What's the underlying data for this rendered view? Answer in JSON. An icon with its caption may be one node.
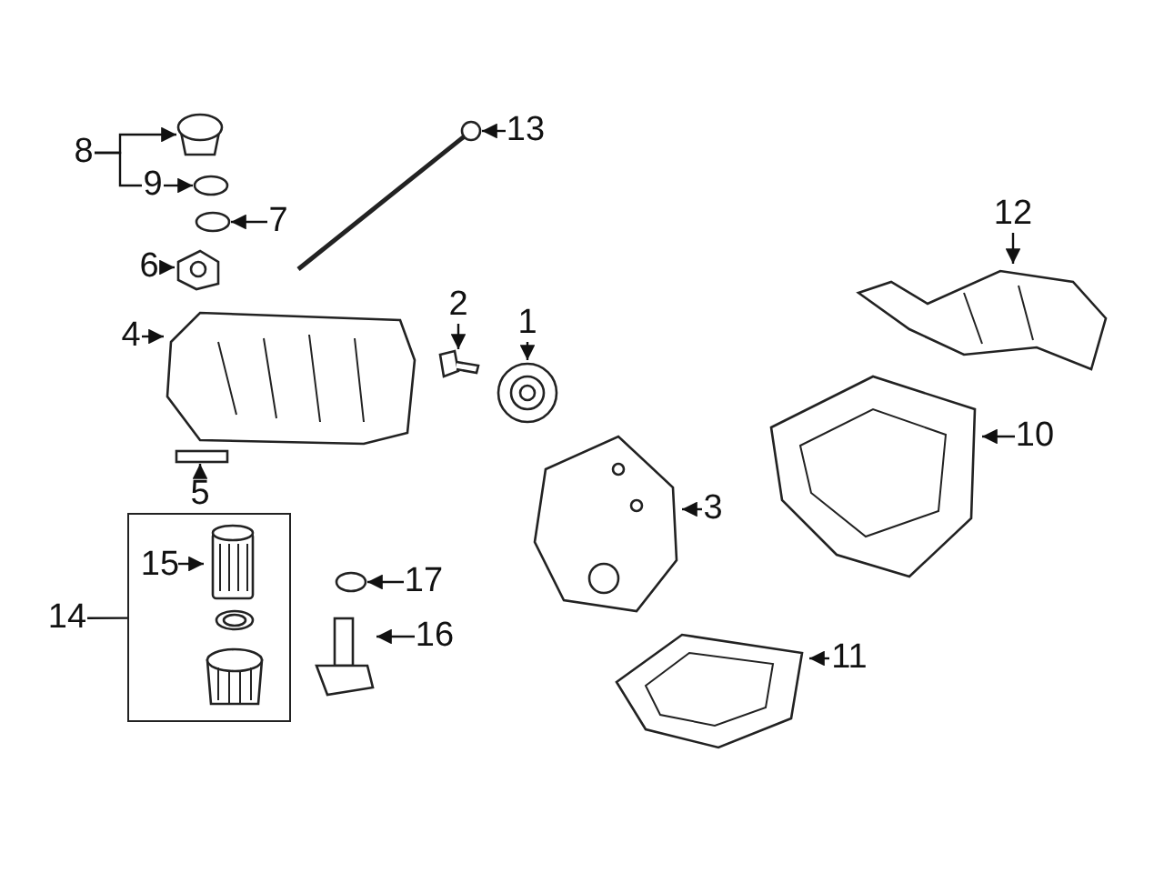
{
  "diagram": {
    "nodes": [
      {
        "text": [
          "8"
        ]
      },
      {
        "text": [],
        "shape": "cylinder"
      },
      {
        "text": [
          "9"
        ]
      },
      {
        "text": [],
        "shape": "circle"
      },
      {
        "text": [
          "7"
        ]
      },
      {
        "text": [],
        "shape": "circle"
      },
      {
        "text": [
          "6"
        ]
      },
      {
        "text": [],
        "shape": "picture"
      },
      {
        "text": [
          "4"
        ]
      },
      {
        "text": [],
        "shape": "picture"
      },
      {
        "text": [
          "5"
        ]
      },
      {
        "text": [],
        "shape": "bar"
      },
      {
        "text": [
          "13"
        ]
      },
      {
        "text": [],
        "shape": "bar"
      },
      {
        "text": [
          "2"
        ]
      },
      {
        "text": [],
        "shape": "picture"
      },
      {
        "text": [
          "1"
        ]
      },
      {
        "text": [],
        "shape": "picture"
      },
      {
        "text": [
          "12"
        ]
      },
      {
        "text": [],
        "shape": "picture"
      },
      {
        "text": [
          "10"
        ]
      },
      {
        "text": [],
        "shape": "picture"
      },
      {
        "text": [
          "3"
        ]
      },
      {
        "text": [],
        "shape": "picture"
      },
      {
        "text": [
          "14"
        ]
      },
      {
        "text": [],
        "shape": "box"
      },
      {
        "text": [
          "15"
        ],
        "in": 25
      },
      {
        "text": [],
        "shape": "picture",
        "in": 25
      },
      {
        "text": [],
        "shape": "picture",
        "in": 25
      },
      {
        "text": [],
        "shape": "picture",
        "in": 25
      },
      {
        "text": [
          "17"
        ]
      },
      {
        "text": [],
        "shape": "circle"
      },
      {
        "text": [
          "16"
        ]
      },
      {
        "text": [],
        "shape": "picture"
      },
      {
        "text": [
          "11"
        ]
      },
      {
        "text": [],
        "shape": "picture"
      }
    ],
    "edges": [
      {
        "from": 0,
        "to": 1,
        "arrow": "to"
      },
      {
        "from": 0,
        "to": 2,
        "arrow": "none"
      },
      {
        "from": 2,
        "to": 3,
        "arrow": "to"
      },
      {
        "from": 4,
        "to": 5,
        "arrow": "to"
      },
      {
        "from": 6,
        "to": 7,
        "arrow": "to"
      },
      {
        "from": 8,
        "to": 9,
        "arrow": "to"
      },
      {
        "from": 10,
        "to": 11,
        "arrow": "to"
      },
      {
        "from": 12,
        "to": 13,
        "arrow": "to"
      },
      {
        "from": 14,
        "to": 15,
        "arrow": "to"
      },
      {
        "from": 16,
        "to": 17,
        "arrow": "to"
      },
      {
        "from": 18,
        "to": 19,
        "arrow": "to"
      },
      {
        "from": 20,
        "to": 21,
        "arrow": "to"
      },
      {
        "from": 22,
        "to": 23,
        "arrow": "to"
      },
      {
        "from": 24,
        "to": 25,
        "arrow": "none"
      },
      {
        "from": 26,
        "to": 27,
        "arrow": "to"
      },
      {
        "from": 30,
        "to": 31,
        "arrow": "to"
      },
      {
        "from": 32,
        "to": 33,
        "arrow": "to"
      },
      {
        "from": 34,
        "to": 35,
        "arrow": "to"
      }
    ]
  }
}
